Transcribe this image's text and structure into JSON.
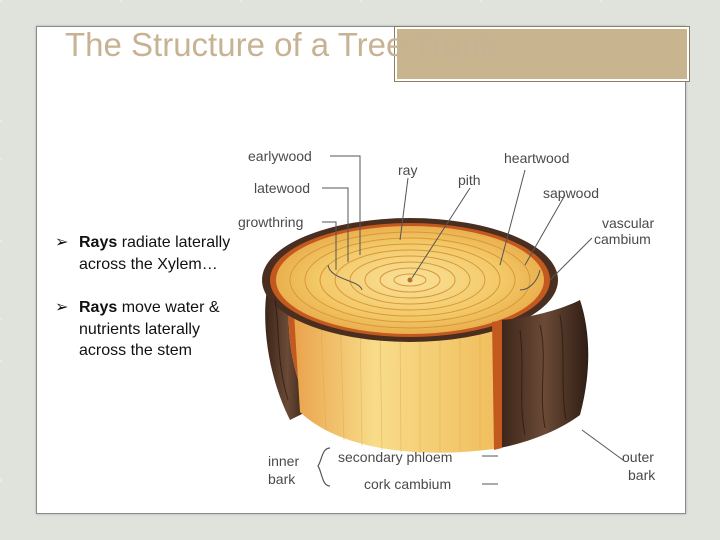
{
  "slide": {
    "title": "The Structure of a Tree Trunk",
    "bullets": [
      {
        "bold": "Rays",
        "rest": " radiate laterally across the Xylem…"
      },
      {
        "bold": "Rays",
        "rest": " move water & nutrients laterally across the stem"
      }
    ]
  },
  "diagram": {
    "labels": {
      "earlywood": "earlywood",
      "latewood": "latewood",
      "growth_ring": "growthring",
      "ray": "ray",
      "pith": "pith",
      "heartwood": "heartwood",
      "sapwood": "sapwood",
      "vascular": "vascular",
      "cambium": "cambium",
      "inner": "inner",
      "bark_left": "bark",
      "secondary_phloem": "secondary phloem",
      "cork_cambium": "cork cambium",
      "outer": "outer",
      "bark_right": "bark"
    },
    "colors": {
      "wood_light": "#f7d27a",
      "wood_mid": "#e9a94a",
      "sapwood": "#f3c15f",
      "bark": "#5a3a2a",
      "inner_bark": "#c4591f"
    }
  }
}
